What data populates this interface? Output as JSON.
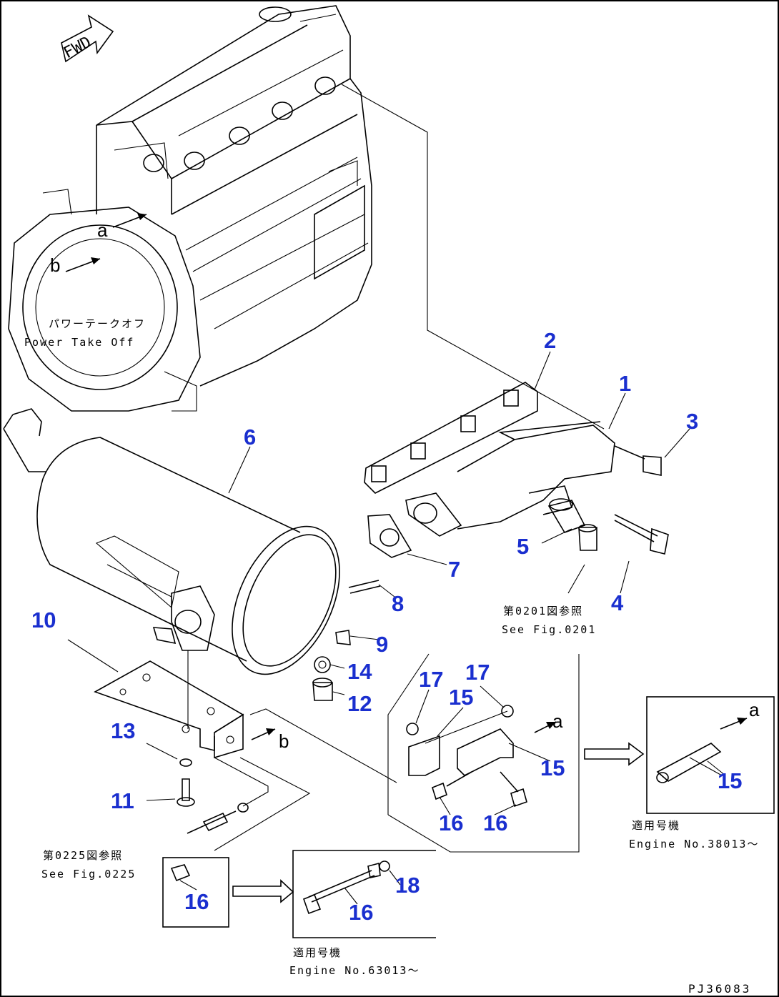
{
  "direction_label": "FWD",
  "pto_label_jp": "パワーテークオフ",
  "pto_label_en": "Power Take Off",
  "view_letters": {
    "a": "a",
    "b": "b"
  },
  "part_numbers": {
    "p1": "1",
    "p2": "2",
    "p3": "3",
    "p4": "4",
    "p5": "5",
    "p6": "6",
    "p7": "7",
    "p8": "8",
    "p9": "9",
    "p10": "10",
    "p11": "11",
    "p12": "12",
    "p13": "13",
    "p14": "14",
    "p17a": "17",
    "p17b": "17",
    "p15a": "15",
    "p15b": "15",
    "p15c": "15",
    "p16a": "16",
    "p16b": "16",
    "p16c": "16",
    "p16d": "16",
    "p18": "18"
  },
  "references": {
    "fig0201_jp": "第0201図参照",
    "fig0201_en": "See Fig.0201",
    "fig0225_jp": "第0225図参照",
    "fig0225_en": "See Fig.0225"
  },
  "serial_notes": {
    "right_jp": "適用号機",
    "right_en": "Engine No.38013～",
    "bottom_jp": "適用号機",
    "bottom_en": "Engine No.63013～"
  },
  "drawing_code": "PJ36083"
}
